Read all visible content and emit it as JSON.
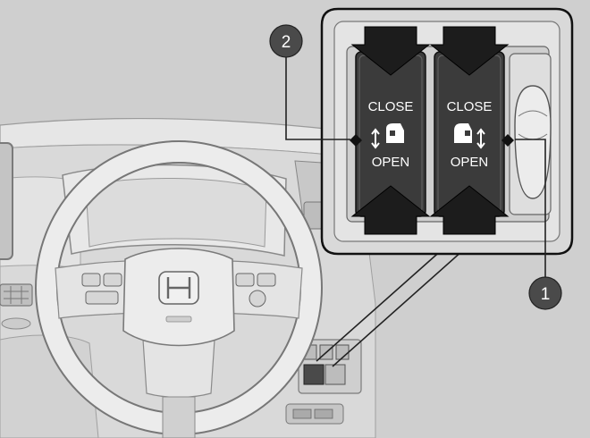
{
  "callouts": {
    "one": "1",
    "two": "2"
  },
  "switches": {
    "left": {
      "close_label": "CLOSE",
      "open_label": "OPEN",
      "icon": "left-door-open-close-icon"
    },
    "right": {
      "close_label": "CLOSE",
      "open_label": "OPEN",
      "icon": "right-door-open-close-icon"
    }
  },
  "colors": {
    "background": "#cfcfcf",
    "panel": "#dedede",
    "switch_body": "#3b3b3b",
    "arrow": "#1c1c1c",
    "callout_fill": "#4a4a4a",
    "line": "#333333"
  }
}
